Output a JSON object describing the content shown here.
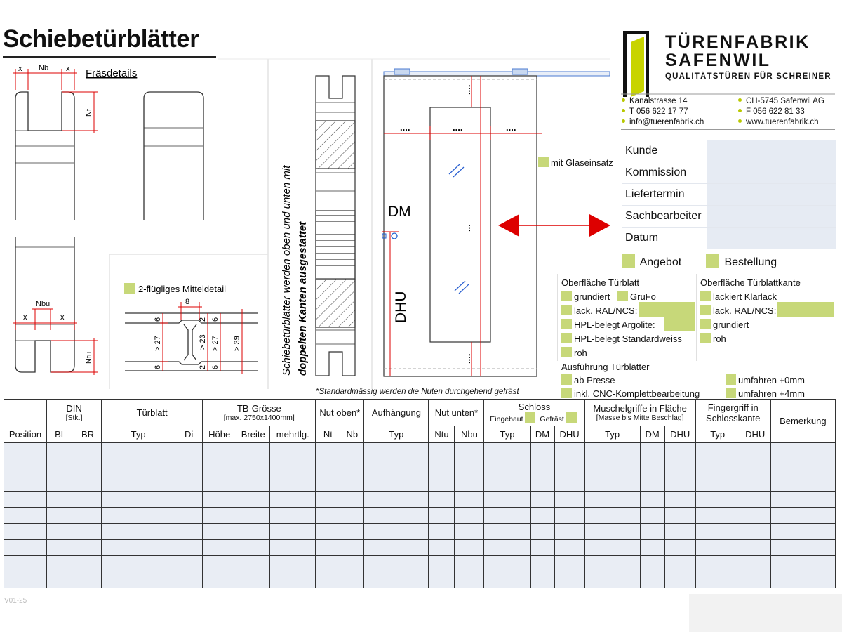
{
  "title": "Schiebetürblätter",
  "fraes": {
    "heading": "Fräsdetails",
    "x_top_left": "x",
    "nb": "Nb",
    "x_top_right": "x",
    "nt": "Nt",
    "nbu": "Nbu",
    "x_bot_left": "x",
    "x_bot_right": "x",
    "ntu": "Ntu"
  },
  "mitteldetail": {
    "label": "2-flügliges Mitteldetail",
    "dim_8": "8",
    "dim_6_tl": "6",
    "dim_27_l": "> 27",
    "dim_6_bl": "6",
    "dim_2_t": "2",
    "dim_23": "> 23",
    "dim_2_b": "2",
    "dim_6_tr": "6",
    "dim_27_r": "> 27",
    "dim_6_br": "6",
    "dim_39": "> 39"
  },
  "vertical_note": {
    "line1": "Schiebetürblätter werden oben und unten mit",
    "line2": "doppelten Kanten ausgestattet"
  },
  "door": {
    "dm": "DM",
    "dhu": "DHU",
    "dots_left": "....",
    "dots_mid": "....",
    "dots_right": "....",
    "dots_top": "....",
    "dots_center": "...",
    "dots_bottom": "....",
    "glaseinsatz": "mit Glaseinsatz"
  },
  "std_note": "*Standardmässig werden die Nuten durchgehend gefräst",
  "brand": {
    "line1": "TÜRENFABRIK",
    "line2": "SAFENWIL",
    "tagline": "QUALITÄTSTÜREN FÜR SCHREINER",
    "address": "Kanalstrasse 14",
    "city": "CH-5745 Safenwil AG",
    "tel": "T 056 622 17 77",
    "fax": "F 056 622 81 33",
    "email": "info@tuerenfabrik.ch",
    "web": "www.tuerenfabrik.ch",
    "accent": "#c8d400"
  },
  "form": {
    "kunde": "Kunde",
    "kommission": "Kommission",
    "liefertermin": "Liefertermin",
    "sachbearbeiter": "Sachbearbeiter",
    "datum": "Datum",
    "angebot": "Angebot",
    "bestellung": "Bestellung"
  },
  "oberflaeche_blatt": {
    "heading": "Oberfläche Türblatt",
    "grundiert": "grundiert",
    "grufo": "GruFo",
    "lack": "lack. RAL/NCS:",
    "hpl_argolite": "HPL-belegt Argolite:",
    "hpl_std": "HPL-belegt Standardweiss",
    "roh": "roh"
  },
  "oberflaeche_kante": {
    "heading": "Oberfläche Türblattkante",
    "klarlack": "lackiert Klarlack",
    "lack": "lack. RAL/NCS:",
    "grundiert": "grundiert",
    "roh": "roh"
  },
  "ausfuehrung": {
    "heading": "Ausführung Türblätter",
    "presse": "ab Presse",
    "cnc": "inkl. CNC-Komplettbearbeitung",
    "um0": "umfahren +0mm",
    "um4": "umfahren +4mm"
  },
  "table": {
    "h_din": "DIN",
    "h_din_sub": "[Stk.]",
    "h_tuerblatt": "Türblatt",
    "h_tb": "TB-Grösse",
    "h_tb_sub": "[max. 2750x1400mm]",
    "h_nut_oben": "Nut oben*",
    "h_aufhaengung": "Aufhängung",
    "h_nut_unten": "Nut unten*",
    "h_schloss": "Schloss",
    "h_eingebaut": "Eingebaut",
    "h_gefraest": "Gefräst",
    "h_muschel": "Muschelgriffe in Fläche",
    "h_muschel_sub": "[Masse bis Mitte Beschlag]",
    "h_finger": "Fingergriff in Schlosskante",
    "h_bemerkung": "Bemerkung",
    "c_position": "Position",
    "c_bl": "BL",
    "c_br": "BR",
    "c_typ1": "Typ",
    "c_di": "Di",
    "c_hoehe": "Höhe",
    "c_breite": "Breite",
    "c_mehrtlg": "mehrtlg.",
    "c_nt": "Nt",
    "c_nb": "Nb",
    "c_typ2": "Typ",
    "c_ntu": "Ntu",
    "c_nbu": "Nbu",
    "c_typ3": "Typ",
    "c_dm1": "DM",
    "c_dhu1": "DHU",
    "c_typ4": "Typ",
    "c_dm2": "DM",
    "c_dhu2": "DHU",
    "c_typ5": "Typ",
    "c_dhu3": "DHU"
  },
  "version": "V01-25"
}
